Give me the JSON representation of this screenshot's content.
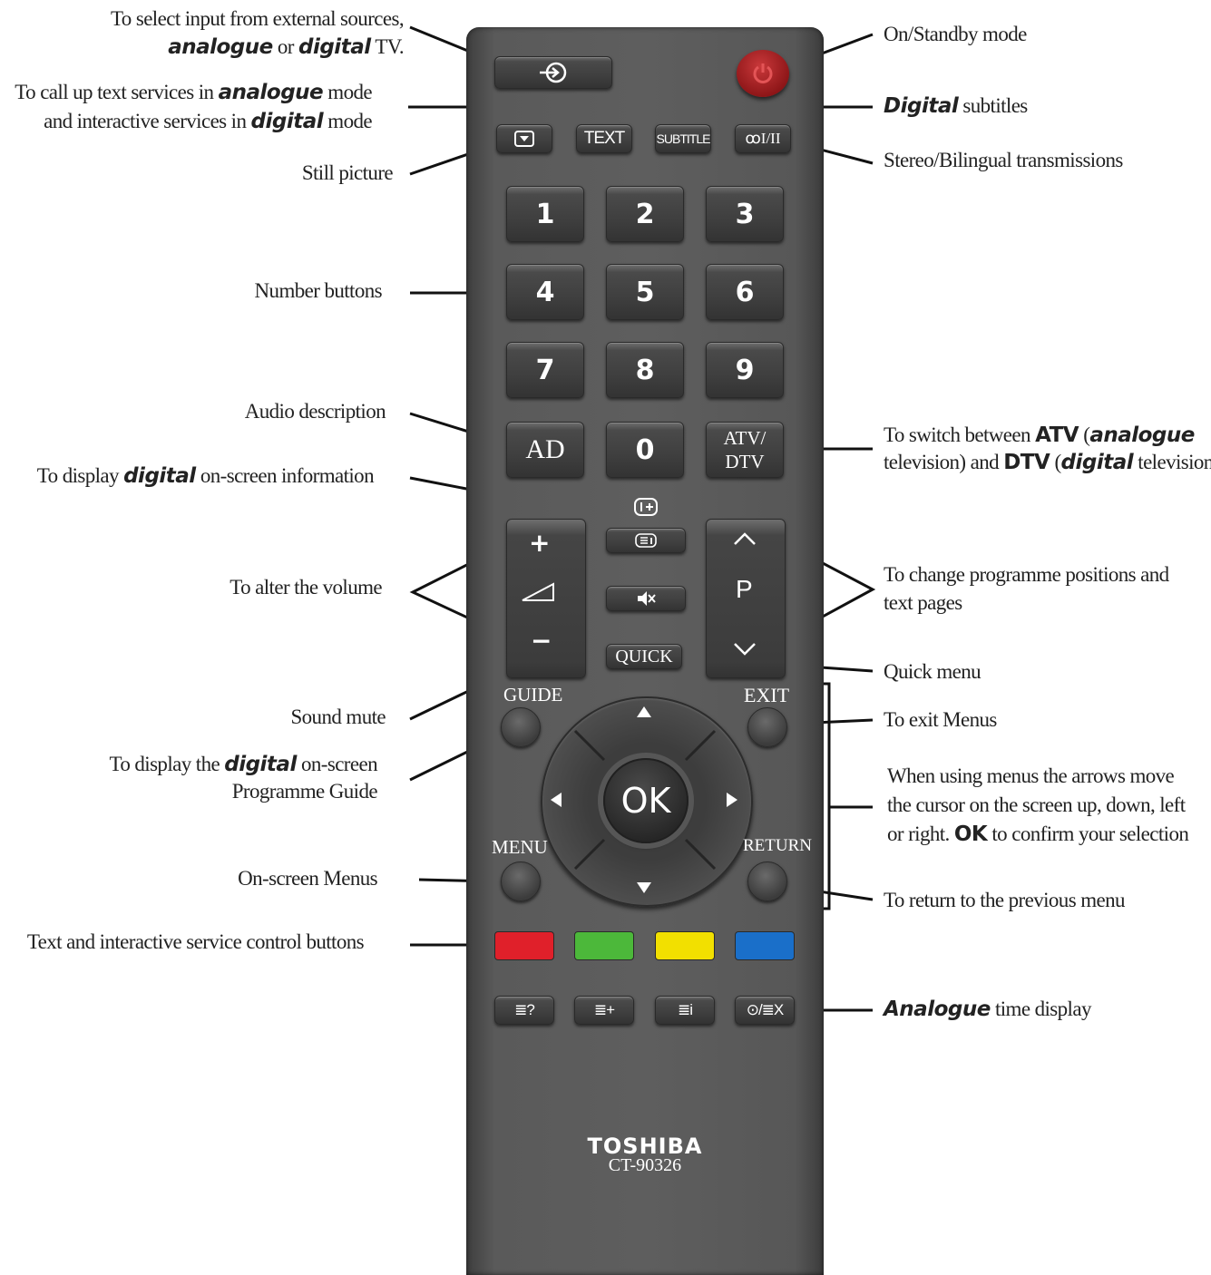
{
  "annotations": {
    "input_l1": "To select input from external sources,",
    "input_l2_a": "analogue",
    "input_l2_b": " or ",
    "input_l2_c": "digital",
    "input_l2_d": " TV.",
    "text_l1_a": "To call up text services in ",
    "text_l1_b": "analogue",
    "text_l1_c": " mode",
    "text_l2_a": "and interactive services in ",
    "text_l2_b": "digital",
    "text_l2_c": " mode",
    "still": "Still picture",
    "numbers": "Number buttons",
    "audio_desc": "Audio description",
    "info_a": "To display ",
    "info_b": "digital",
    "info_c": " on-screen information",
    "volume": "To alter the volume",
    "mute": "Sound mute",
    "guide_l1_a": "To display the ",
    "guide_l1_b": "digital",
    "guide_l1_c": " on-screen",
    "guide_l2": "Programme Guide",
    "menus": "On-screen Menus",
    "colour_buttons": "Text and interactive service control buttons",
    "standby": "On/Standby mode",
    "subtitles_a": "Digital",
    "subtitles_b": " subtitles",
    "stereo": "Stereo/Bilingual transmissions",
    "atv_l1_a": "To switch between ",
    "atv_l1_b": "ATV",
    "atv_l1_c": " (",
    "atv_l1_d": "analogue",
    "atv_l2_a": "television) and ",
    "atv_l2_b": "DTV",
    "atv_l2_c": " (",
    "atv_l2_d": "digital",
    "atv_l2_e": " television)",
    "prog_l1": "To change programme positions and",
    "prog_l2": "text pages",
    "quick": "Quick menu",
    "exit": "To exit Menus",
    "arrows_l1": "When using menus the arrows move",
    "arrows_l2": "the cursor on the screen up, down, left",
    "arrows_l3_a": "or right. ",
    "arrows_l3_b": "OK",
    "arrows_l3_c": " to confirm your selection",
    "return": "To return to the previous menu",
    "time_a": "Analogue",
    "time_b": " time display"
  },
  "remote": {
    "text_btn": "TEXT",
    "subtitle_btn": "SUBTITLE",
    "stereo_btn": "ꝏI/II",
    "numbers": [
      "1",
      "2",
      "3",
      "4",
      "5",
      "6",
      "7",
      "8",
      "9"
    ],
    "ad": "AD",
    "zero": "0",
    "atv_l1": "ATV/",
    "atv_l2": "DTV",
    "vol_plus": "+",
    "vol_minus": "−",
    "p": "P",
    "quick": "QUICK",
    "guide": "GUIDE",
    "exit": "EXIT",
    "menu": "MENU",
    "return": "RETURN",
    "ok": "OK",
    "brand": "TOSHIBA",
    "model": "CT-90326",
    "colors": [
      "#e0202a",
      "#4cb83a",
      "#f2e000",
      "#1a6fc9"
    ],
    "bottom_btns": [
      "≣?",
      "≣+",
      "≣i",
      "⊙/≣X"
    ]
  }
}
